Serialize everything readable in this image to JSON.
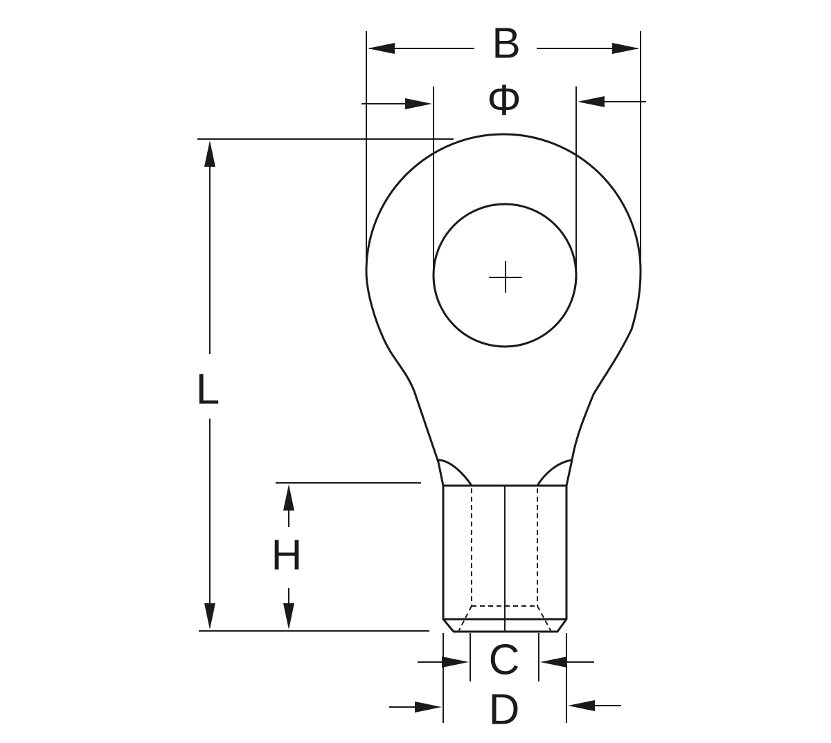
{
  "dimensions": {
    "B": "B",
    "phi": "Φ",
    "L": "L",
    "H": "H",
    "C": "C",
    "D": "D"
  },
  "colors": {
    "line": "#1a1a1a",
    "background": "#ffffff"
  }
}
